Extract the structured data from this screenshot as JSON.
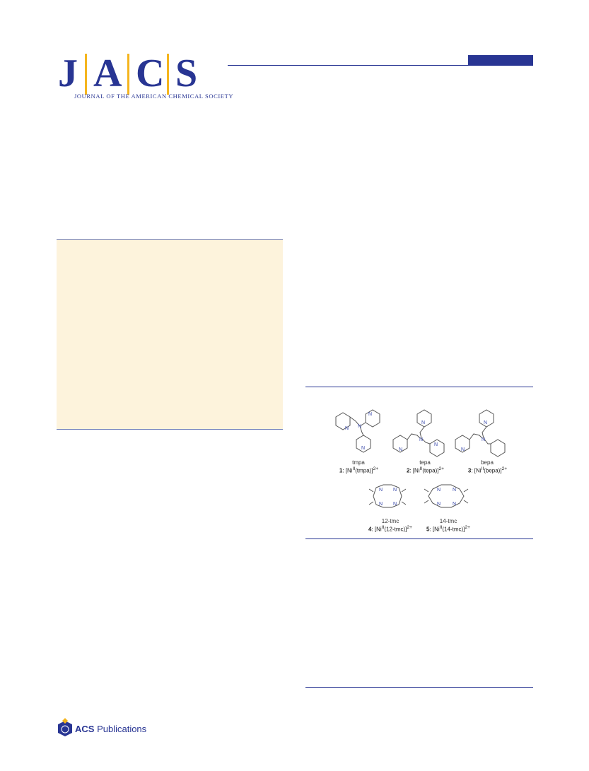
{
  "masthead": {
    "letters": [
      "J",
      "A",
      "C",
      "S"
    ],
    "journal_name": "JOURNAL OF THE AMERICAN CHEMICAL SOCIETY"
  },
  "chart": {
    "top_row": [
      {
        "ligand": "tmpa",
        "num": "1",
        "complex": ": [Ni",
        "ox": "II",
        "rest": "(tmpa)]",
        "charge": "2+"
      },
      {
        "ligand": "tepa",
        "num": "2",
        "complex": ": [Ni",
        "ox": "II",
        "rest": "(tepa)]",
        "charge": "2+"
      },
      {
        "ligand": "bepa",
        "num": "3",
        "complex": ": [Ni",
        "ox": "II",
        "rest": "(bepa)]",
        "charge": "2+"
      }
    ],
    "bottom_row": [
      {
        "ligand": "12-tmc",
        "num": "4",
        "complex": ": [Ni",
        "ox": "II",
        "rest": "(12-tmc)]",
        "charge": "2+"
      },
      {
        "ligand": "14-tmc",
        "num": "5",
        "complex": ": [Ni",
        "ox": "II",
        "rest": "(14-tmc)]",
        "charge": "2+"
      }
    ],
    "atom_label": "N"
  },
  "footer": {
    "acs_bold": "ACS",
    "acs_rest": " Publications"
  },
  "colors": {
    "brand_blue": "#283593",
    "brand_gold": "#f5b51e",
    "abstract_bg": "#fdf3dc"
  }
}
